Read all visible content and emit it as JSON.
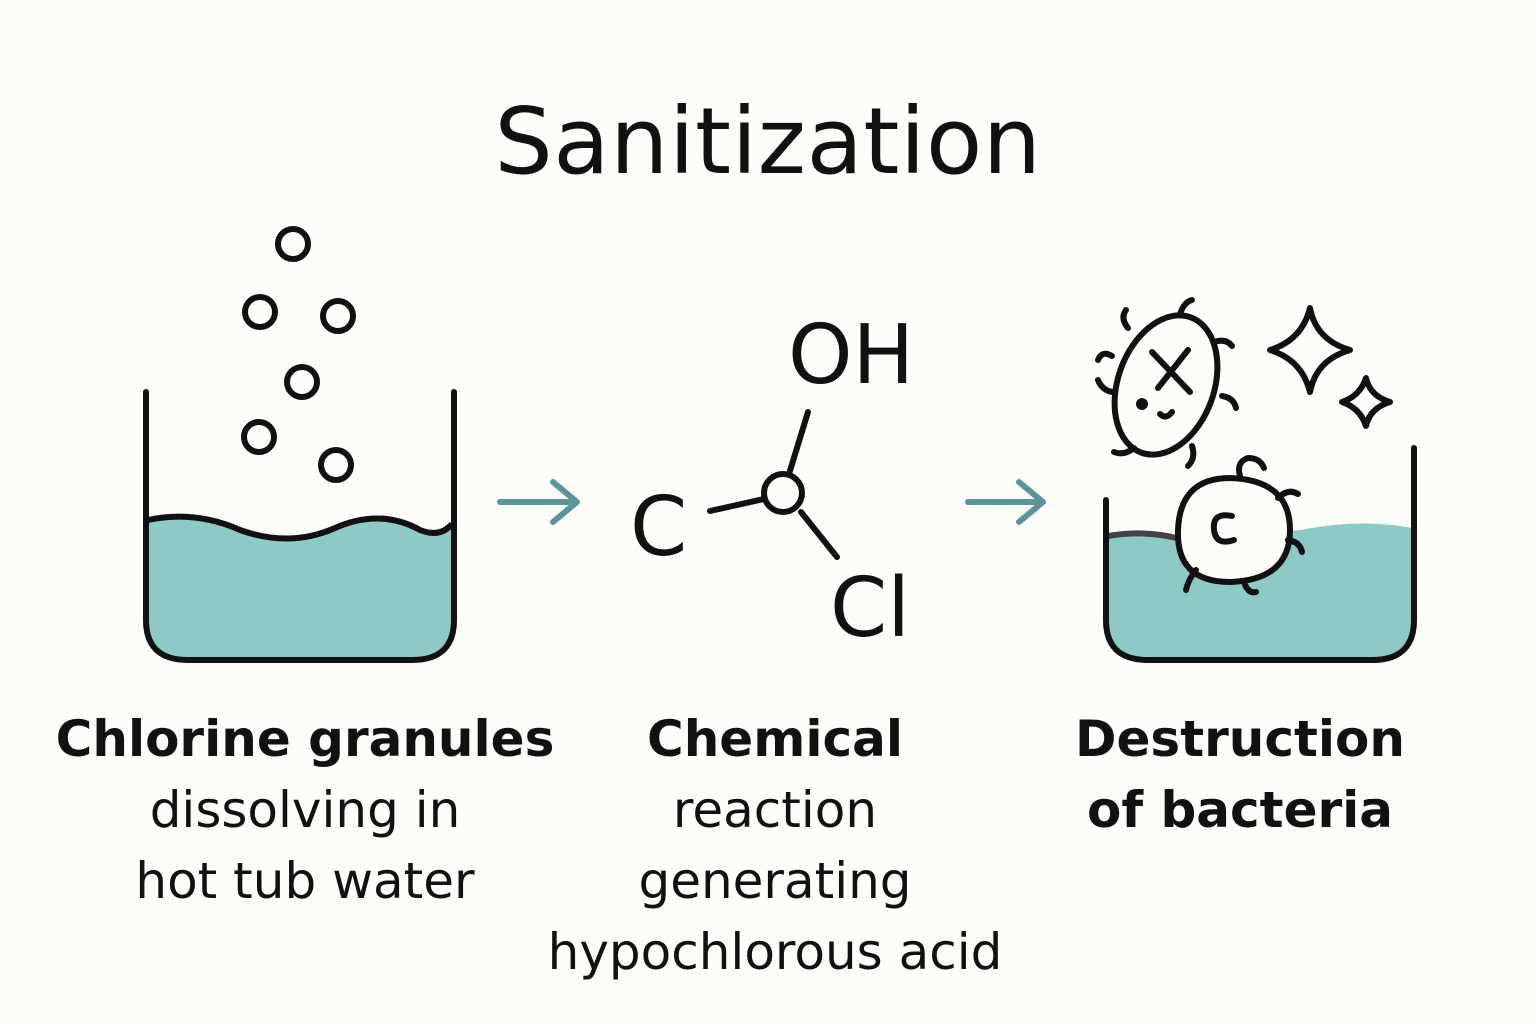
{
  "title": "Sanitization",
  "steps": [
    {
      "bold": [
        "Chlorine granules"
      ],
      "normal": [
        "dissolving in",
        "hot tub water"
      ]
    },
    {
      "bold": [
        "Chemical"
      ],
      "normal": [
        "reaction",
        "generating",
        "hypochlorous acid"
      ]
    },
    {
      "bold": [
        "Destruction",
        "of bacteria"
      ],
      "normal": []
    }
  ],
  "molecule": {
    "top": "OH",
    "left": "C",
    "bottom": "Cl"
  },
  "colors": {
    "water": "#8ec9c6",
    "arrow": "#5c9499",
    "ink": "#111111",
    "background": "#fcfcf9"
  },
  "icons": [
    "beaker-icon",
    "granule-icon",
    "arrow-right-icon",
    "molecule-icon",
    "bacteria-icon",
    "sparkle-icon"
  ]
}
